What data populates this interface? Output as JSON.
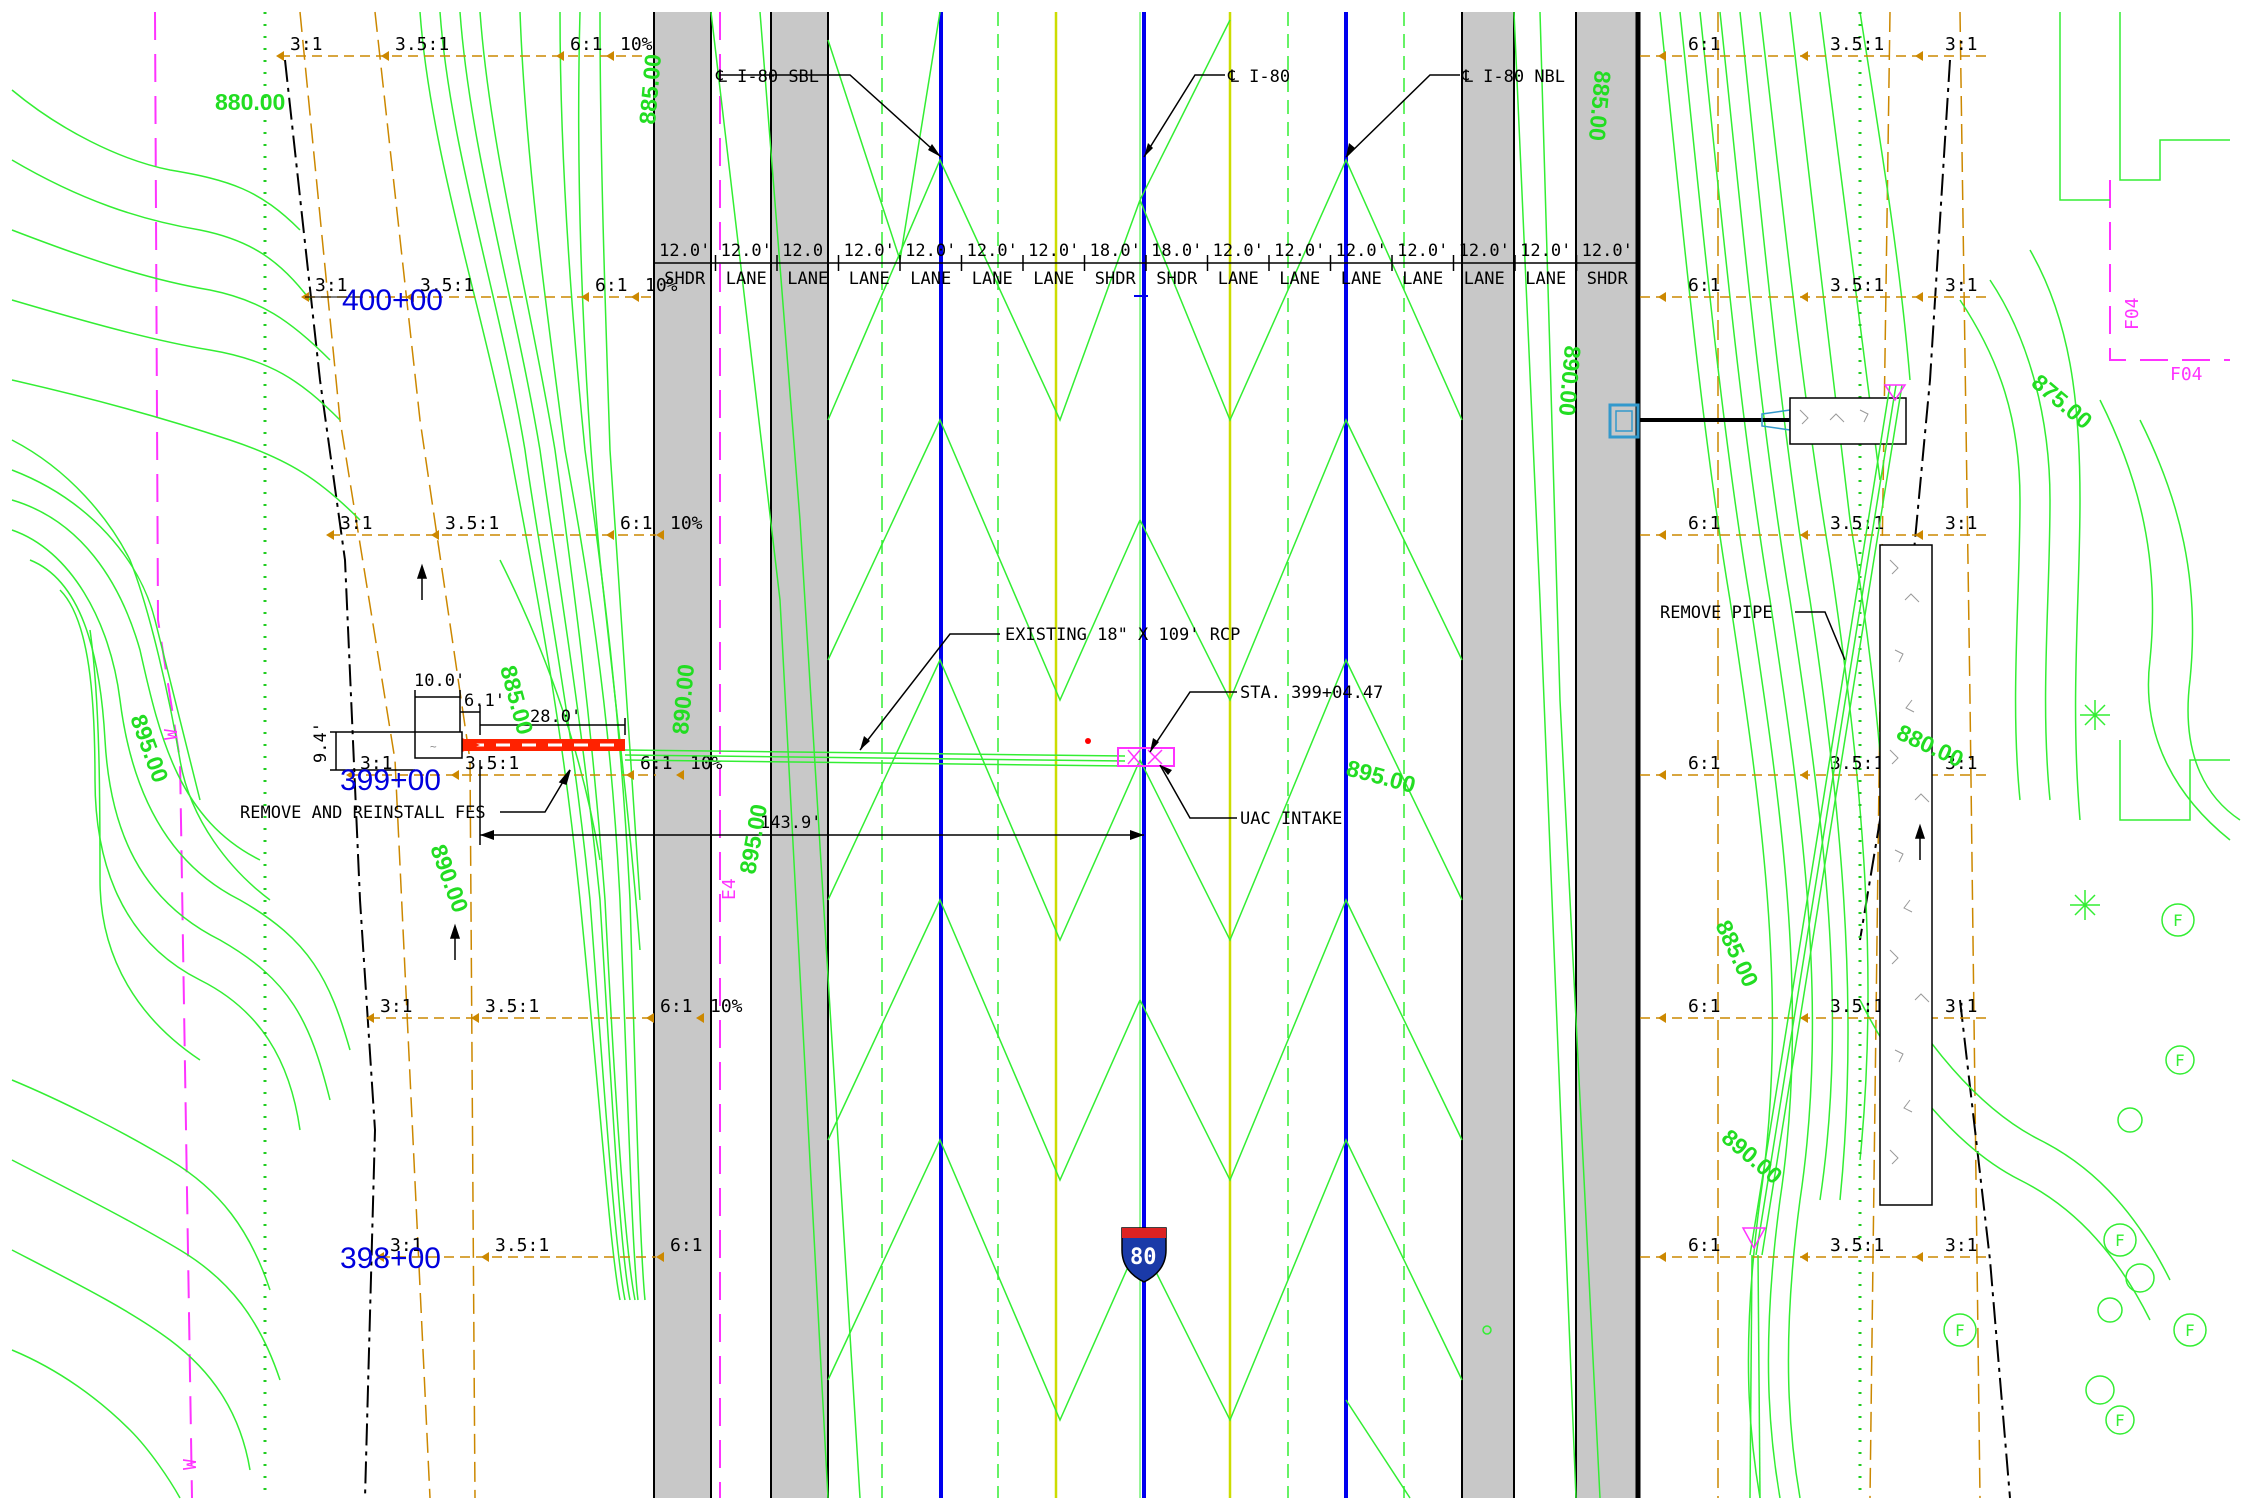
{
  "colors": {
    "contour": "#33ee33",
    "pavement": "#c8c8c8",
    "centerline": "#0000ee",
    "dimension": "#000000",
    "elevation_label": "#22dd22",
    "station_label": "#0000dd",
    "pipe_remove": "#ff2200",
    "right_of_way": "#ff33ff",
    "slope_line": "#cc8800",
    "structure": "#3399cc"
  },
  "centerlines": {
    "sbl": "℄ I-80 SBL",
    "main": "℄ I-80",
    "nbl": "℄ I-80 NBL"
  },
  "lanes": {
    "widths": [
      "12.0'",
      "12.0'",
      "12.0'",
      "12.0'",
      "12.0'",
      "12.0'",
      "12.0'",
      "18.0'",
      "18.0'",
      "12.0'",
      "12.0'",
      "12.0'",
      "12.0'",
      "12.0'",
      "12.0'",
      "12.0'"
    ],
    "types": [
      "SHDR",
      "LANE",
      "LANE",
      "LANE",
      "LANE",
      "LANE",
      "LANE",
      "SHDR",
      "SHDR",
      "LANE",
      "LANE",
      "LANE",
      "LANE",
      "LANE",
      "LANE",
      "SHDR"
    ]
  },
  "stations": [
    "400+00",
    "399+00",
    "398+00"
  ],
  "elevations": [
    "880.00",
    "885.00",
    "885.00",
    "890.00",
    "890.00",
    "895.00",
    "895.00",
    "885.00",
    "890.00",
    "895.00",
    "875.00",
    "880.00",
    "885.00",
    "890.00"
  ],
  "slopes": {
    "left_rows": [
      [
        "3:1",
        "3.5:1",
        "6:1",
        "10%"
      ],
      [
        "3:1",
        "3.5:1",
        "6:1",
        "10%"
      ],
      [
        "3:1",
        "3.5:1",
        "6:1",
        "10%"
      ],
      [
        "3:1",
        "3.5:1",
        "6:1",
        "10%"
      ],
      [
        "3:1",
        "3.5:1",
        "6:1",
        "10%"
      ],
      [
        "3:1",
        "3.5:1",
        "6:1"
      ]
    ],
    "right_rows": [
      [
        "6:1",
        "3.5:1",
        "3:1"
      ],
      [
        "6:1",
        "3.5:1",
        "3:1"
      ],
      [
        "6:1",
        "3.5:1",
        "3:1"
      ],
      [
        "6:1",
        "3.5:1",
        "3:1"
      ],
      [
        "6:1",
        "3.5:1",
        "3:1"
      ],
      [
        "6:1",
        "3.5:1",
        "3:1"
      ]
    ]
  },
  "callouts": {
    "existing_pipe": "EXISTING 18\" X 109' RCP",
    "station_callout": "STA. 399+04.47",
    "intake": "UAC INTAKE",
    "fes": "REMOVE AND REINSTALL FES",
    "remove_pipe": "REMOVE PIPE"
  },
  "dimensions": {
    "d1": "10.0'",
    "d2": "6.1'",
    "d3": "28.0'",
    "d4": "9.4'",
    "d5": "143.9'"
  },
  "row_markers": [
    "E4",
    "W",
    "W",
    "F04",
    "F04"
  ],
  "shield": {
    "number": "80"
  }
}
